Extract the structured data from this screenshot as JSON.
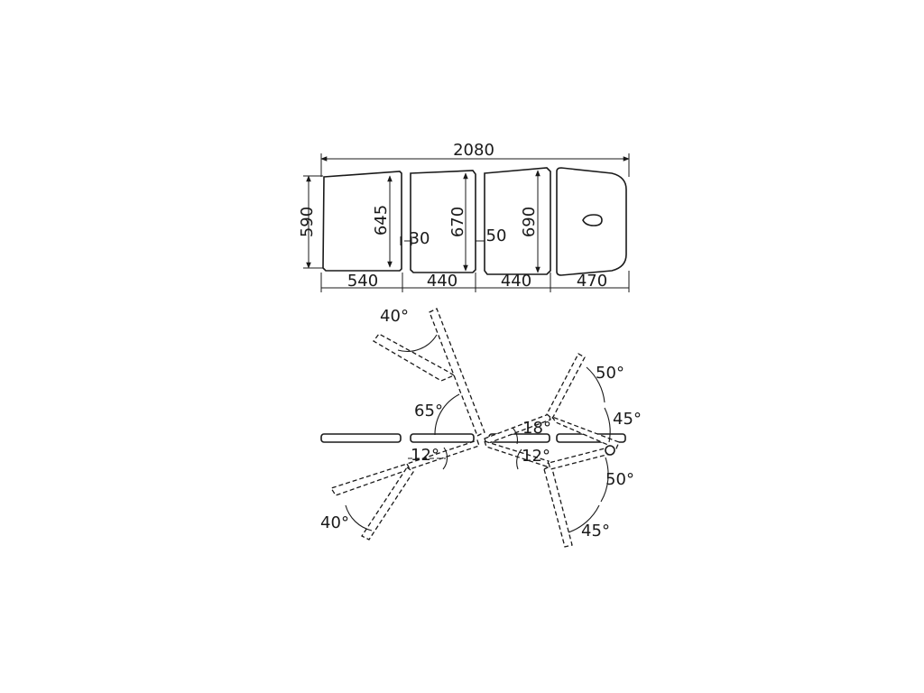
{
  "top_view": {
    "overall_length": "2080",
    "width": "590",
    "section_heights": [
      "645",
      "670",
      "690"
    ],
    "gaps": [
      "30",
      "50"
    ],
    "section_lengths": [
      "540",
      "440",
      "440",
      "470"
    ]
  },
  "side_view": {
    "angles": {
      "leg_up": "40°",
      "back_up": "65°",
      "leg_down_left": "12°",
      "leg_down_right": "40°",
      "center_up": "18°",
      "center_down": "12°",
      "head_up_50": "50°",
      "head_up_45": "45°",
      "head_down_50": "50°",
      "head_down_45": "45°"
    }
  }
}
